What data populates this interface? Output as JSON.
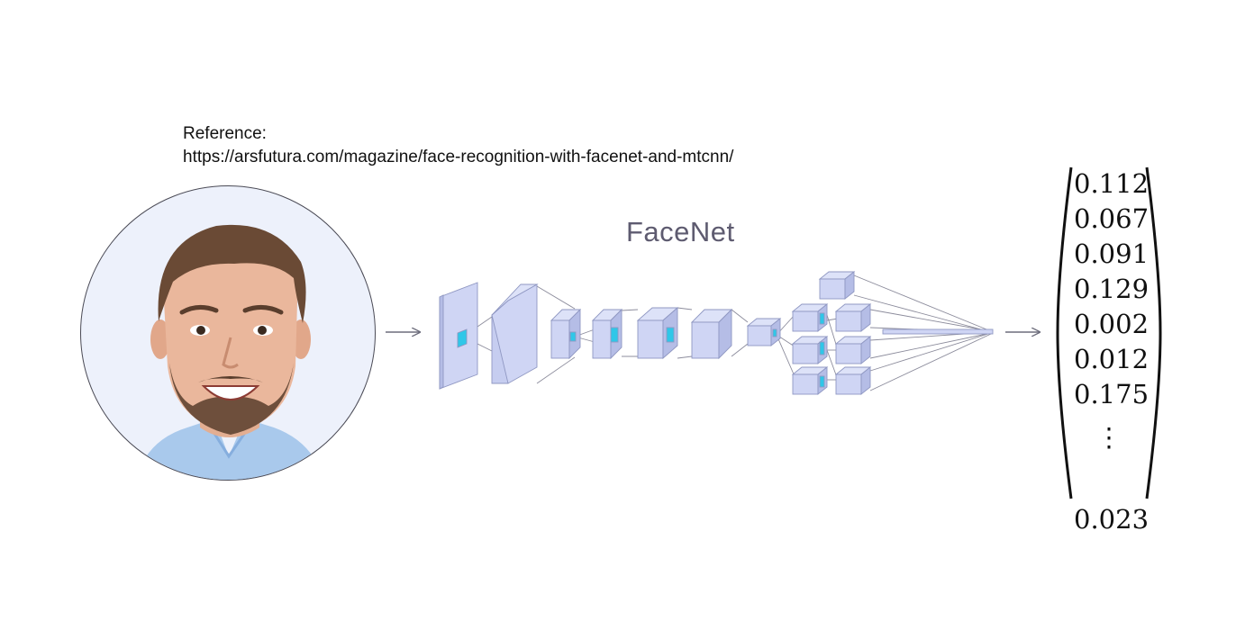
{
  "reference": {
    "label": "Reference:",
    "url": "https://arsfutura.com/magazine/face-recognition-with-facenet-and-mtcnn/"
  },
  "diagram": {
    "title": "FaceNet",
    "colors": {
      "block_face": "#cfd5f4",
      "block_side": "#b5bde6",
      "block_edge": "#8f97c2",
      "kernel": "#2fc7e8",
      "line": "#8c8c9c",
      "arrow": "#6d6d7c"
    },
    "input_icon": "person-photo-icon",
    "embedding": {
      "values": [
        "0.112",
        "0.067",
        "0.091",
        "0.129",
        "0.002",
        "0.012",
        "0.175"
      ],
      "ellipsis": "⋮",
      "last": "0.023"
    }
  }
}
